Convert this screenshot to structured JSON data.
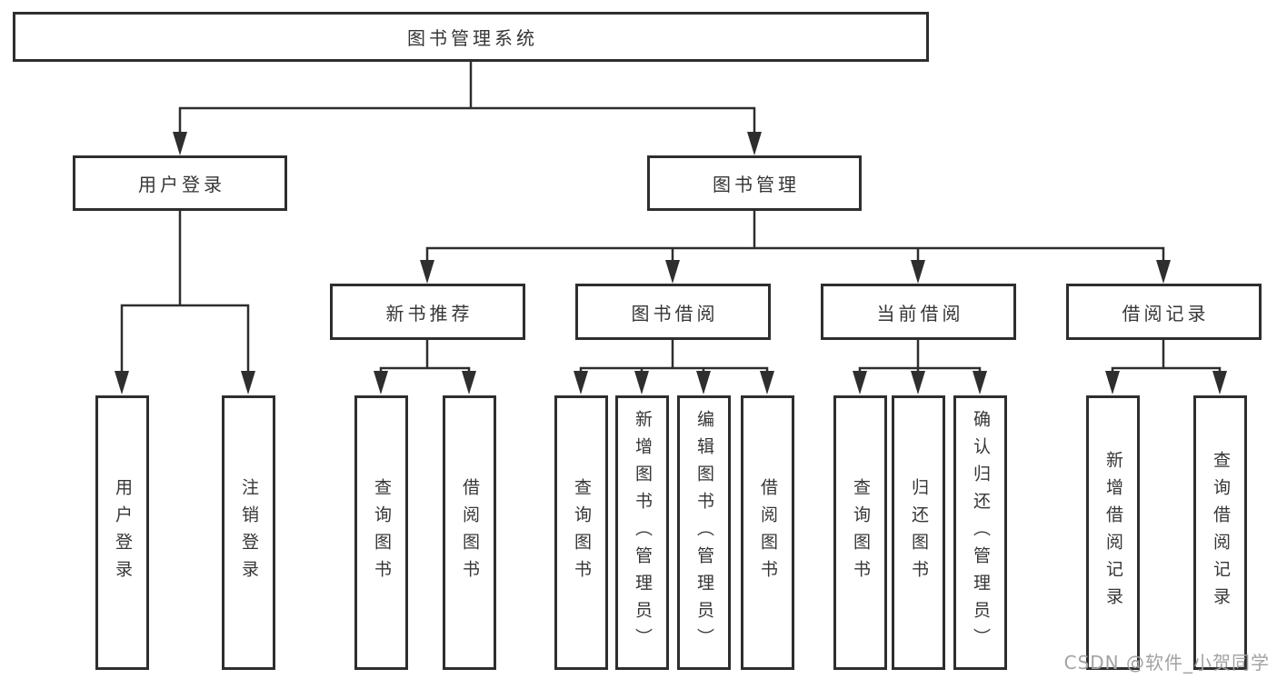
{
  "diagram_title": "图书管理系统",
  "colors": {
    "line": "#2e2e2e",
    "box_border": "#2e2e2e",
    "text": "#363636",
    "background": "#ffffff",
    "watermark": "#a2a2a2"
  },
  "nodes": {
    "root": "图书管理系统",
    "l2": [
      "用户登录",
      "图书管理"
    ],
    "l3": [
      "新书推荐",
      "图书借阅",
      "当前借阅",
      "借阅记录"
    ],
    "g1": [
      "用户登录",
      "注销登录"
    ],
    "g2": [
      "查询图书",
      "借阅图书"
    ],
    "g3": [
      "查询图书",
      "新增图书（管理员）",
      "编辑图书（管理员）",
      "借阅图书"
    ],
    "g4": [
      "查询图书",
      "归还图书",
      "确认归还（管理员）"
    ],
    "g5": [
      "新增借阅记录",
      "查询借阅记录"
    ]
  },
  "watermark": "CSDN @软件_小贺同学"
}
